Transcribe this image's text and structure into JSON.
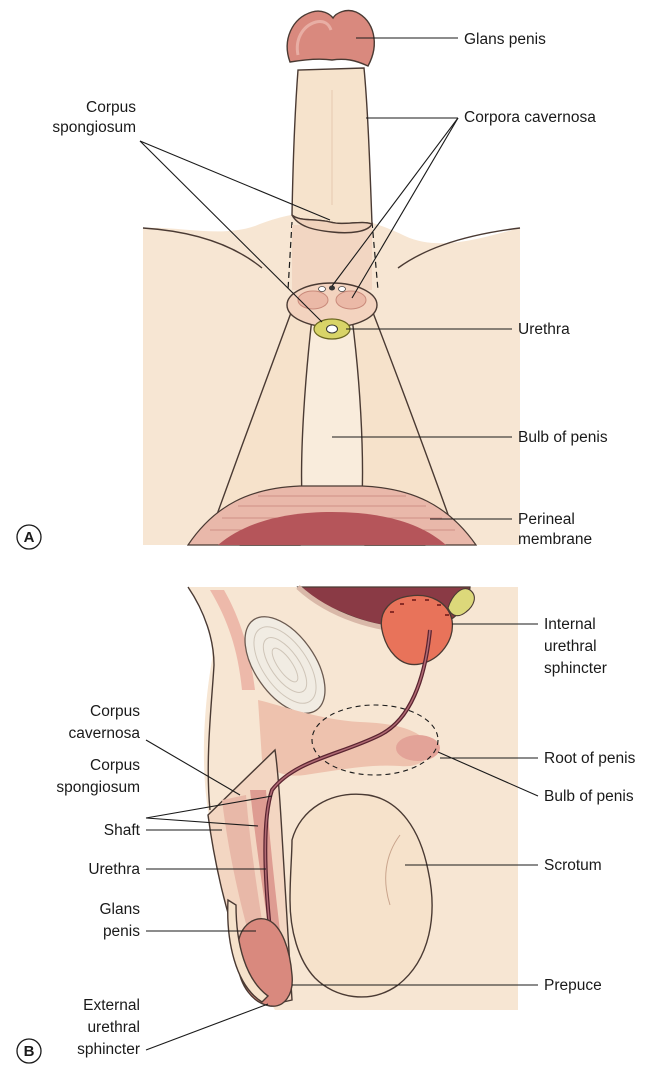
{
  "panel_a": {
    "letter": "A",
    "labels": {
      "glans_penis": "Glans penis",
      "corpus_spongiosum_l1": "Corpus",
      "corpus_spongiosum_l2": "spongiosum",
      "corpora_cavernosa": "Corpora cavernosa",
      "urethra": "Urethra",
      "bulb_of_penis": "Bulb of penis",
      "perineal_membrane_l1": "Perineal",
      "perineal_membrane_l2": "membrane"
    }
  },
  "panel_b": {
    "letter": "B",
    "labels": {
      "internal_sphincter_l1": "Internal",
      "internal_sphincter_l2": "urethral",
      "internal_sphincter_l3": "sphincter",
      "corpus_cavernosa_l1": "Corpus",
      "corpus_cavernosa_l2": "cavernosa",
      "root_of_penis": "Root of penis",
      "corpus_spongiosum_l1": "Corpus",
      "corpus_spongiosum_l2": "spongiosum",
      "bulb_of_penis": "Bulb of penis",
      "shaft": "Shaft",
      "urethra": "Urethra",
      "scrotum": "Scrotum",
      "glans_penis_l1": "Glans",
      "glans_penis_l2": "penis",
      "prepuce": "Prepuce",
      "external_sphincter_l1": "External",
      "external_sphincter_l2": "urethral",
      "external_sphincter_l3": "sphincter"
    }
  },
  "colors": {
    "skin": "#f3dcc4",
    "skin_light": "#f8e8d6",
    "shaft": "#f6e3cc",
    "cavernosa": "#efc9b4",
    "spongiosum": "#e2a49a",
    "glans": "#d9897e",
    "muscle": "#b0585c",
    "prostate": "#e8735a",
    "urethra_ring": "#d8d468",
    "bone": "#f1ece3"
  }
}
